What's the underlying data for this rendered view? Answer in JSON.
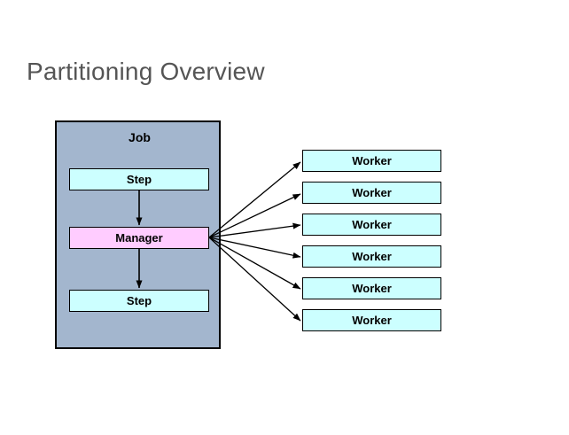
{
  "slide": {
    "title": "Partitioning Overview",
    "background_color": "#ffffff",
    "title_color": "#555555"
  },
  "diagram": {
    "type": "flow-diagram",
    "job": {
      "label": "Job",
      "fill_color": "#a3b6ce",
      "border_color": "#000000",
      "children": [
        {
          "id": "step-top",
          "label": "Step",
          "fill_color": "#ccffff"
        },
        {
          "id": "manager",
          "label": "Manager",
          "fill_color": "#ffccff"
        },
        {
          "id": "step-bottom",
          "label": "Step",
          "fill_color": "#ccffff"
        }
      ]
    },
    "workers": {
      "fill_color": "#ccffff",
      "border_color": "#000000",
      "count": 6,
      "items": [
        {
          "label": "Worker"
        },
        {
          "label": "Worker"
        },
        {
          "label": "Worker"
        },
        {
          "label": "Worker"
        },
        {
          "label": "Worker"
        },
        {
          "label": "Worker"
        }
      ]
    },
    "connectors": {
      "color": "#000000",
      "internal": [
        {
          "from": "step-top",
          "to": "manager"
        },
        {
          "from": "manager",
          "to": "step-bottom"
        }
      ],
      "fan_out": {
        "from": "manager",
        "to": [
          "worker-1",
          "worker-2",
          "worker-3",
          "worker-4",
          "worker-5",
          "worker-6"
        ]
      }
    }
  }
}
